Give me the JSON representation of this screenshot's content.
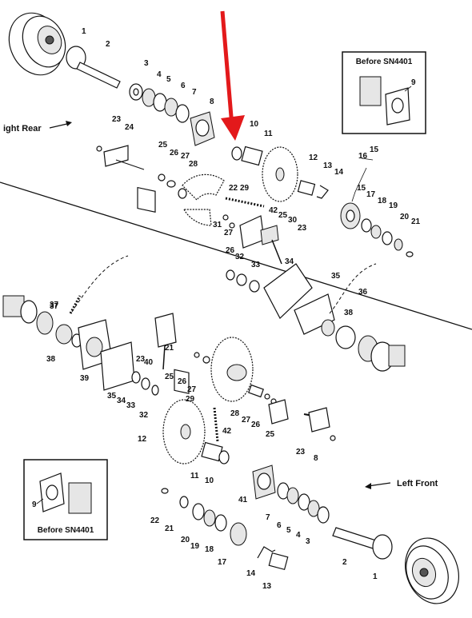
{
  "top_left_label": "ight Rear",
  "bottom_right_label": "Left Front",
  "inset_top": {
    "title": "Before SN4401",
    "part": "9"
  },
  "inset_bottom": {
    "title": "Before SN4401",
    "part": "9"
  },
  "callout_color": "#e3191b",
  "upper_callouts": [
    "1",
    "2",
    "3",
    "4",
    "5",
    "6",
    "7",
    "8",
    "23",
    "24",
    "25",
    "26",
    "27",
    "28",
    "10",
    "11",
    "12",
    "13",
    "14",
    "15",
    "16",
    "15",
    "17",
    "18",
    "19",
    "20",
    "21",
    "22",
    "29",
    "42",
    "25",
    "30",
    "23",
    "31",
    "27",
    "26",
    "32",
    "33",
    "34",
    "35",
    "36",
    "37",
    "38"
  ],
  "lower_callouts": [
    "37",
    "38",
    "39",
    "35",
    "34",
    "33",
    "32",
    "23",
    "40",
    "21",
    "25",
    "26",
    "27",
    "29",
    "28",
    "27",
    "26",
    "25",
    "12",
    "42",
    "11",
    "10",
    "41",
    "23",
    "8",
    "7",
    "6",
    "5",
    "4",
    "3",
    "22",
    "21",
    "20",
    "19",
    "18",
    "17",
    "2",
    "1",
    "14",
    "13"
  ]
}
